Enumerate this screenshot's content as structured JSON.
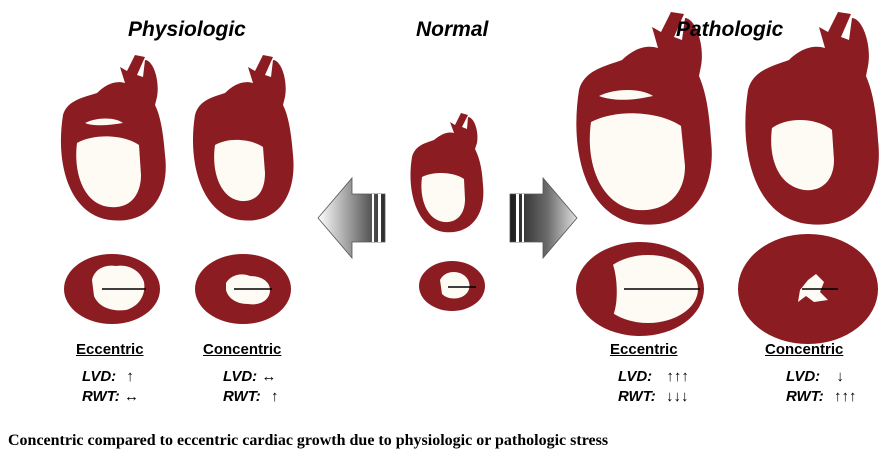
{
  "headings": {
    "physiologic": "Physiologic",
    "normal": "Normal",
    "pathologic": "Pathologic"
  },
  "panels": [
    {
      "label": "Eccentric",
      "lvd_label": "LVD:",
      "lvd_value": "↑",
      "rwt_label": "RWT:",
      "rwt_value": "↔"
    },
    {
      "label": "Concentric",
      "lvd_label": "LVD:",
      "lvd_value": "↔",
      "rwt_label": "RWT:",
      "rwt_value": "↑"
    },
    {
      "label": "Eccentric",
      "lvd_label": "LVD:",
      "lvd_value": "↑↑↑",
      "rwt_label": "RWT:",
      "rwt_value": "↓↓↓"
    },
    {
      "label": "Concentric",
      "lvd_label": "LVD:",
      "lvd_value": "↓",
      "rwt_label": "RWT:",
      "rwt_value": "↑↑↑"
    }
  ],
  "caption": "Concentric compared to eccentric cardiac growth due to physiologic or pathologic stress",
  "colors": {
    "heart": "#8b1c22",
    "chamber": "#fdfbf3"
  }
}
